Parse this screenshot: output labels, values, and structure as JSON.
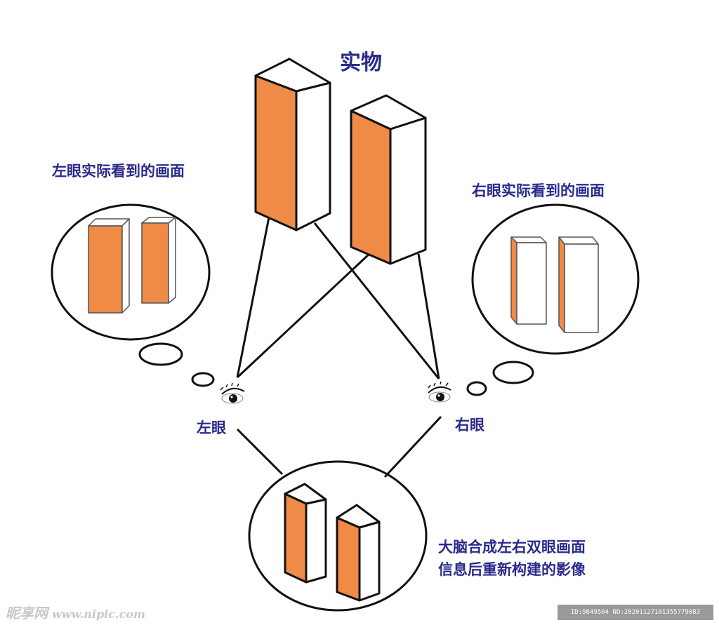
{
  "title": "实物",
  "left_view_label": "左眼实际看到的画面",
  "right_view_label": "右眼实际看到的画面",
  "left_eye_label": "左眼",
  "right_eye_label": "右眼",
  "brain_text": [
    "大脑合成左右双眼画面",
    "信息后重新构建的影像"
  ],
  "watermark": {
    "logo": "昵享网",
    "url": "www.nipic.com",
    "id": "ID:9849504 NO:20201127101355779083"
  },
  "colors": {
    "orange": "#ef8a47",
    "label": "#2a2a8c",
    "outline": "#111111"
  },
  "icons": [
    "eye-icon",
    "eye-icon"
  ]
}
